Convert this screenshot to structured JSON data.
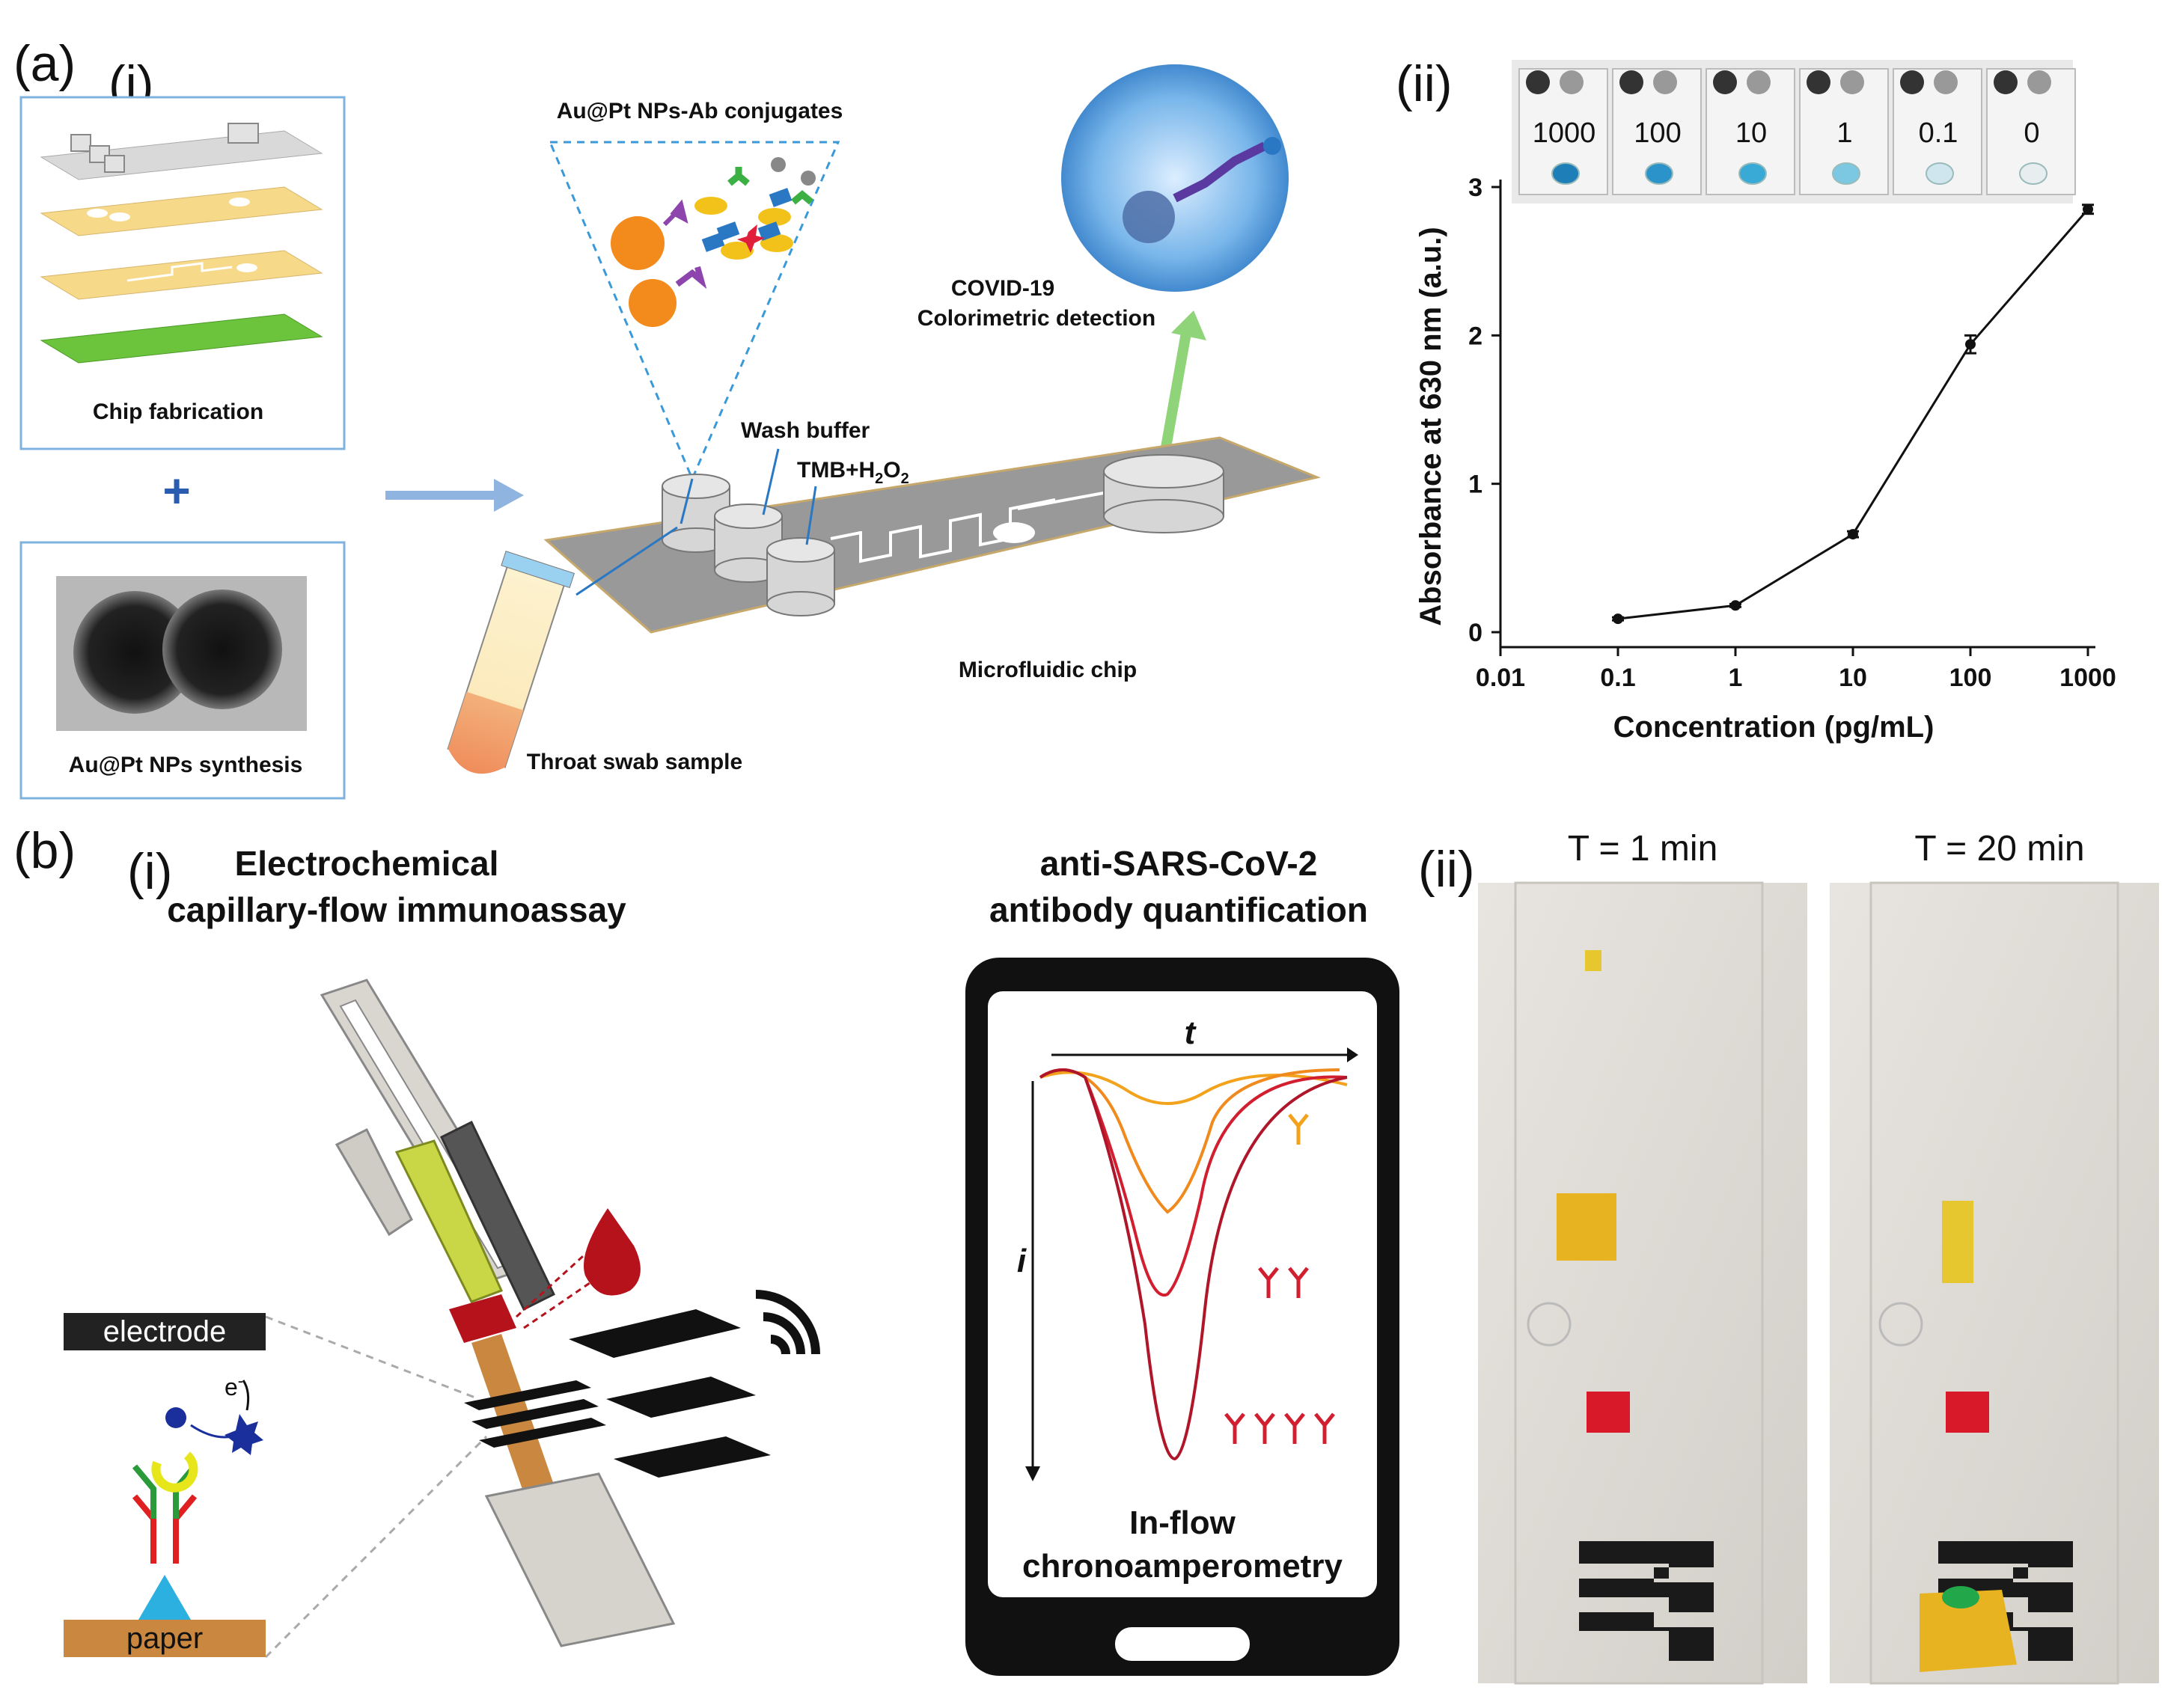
{
  "panel_a": {
    "label": "(a)",
    "part_i": {
      "label": "(i)",
      "chip_fabrication": "Chip fabrication",
      "np_synthesis": "Au@Pt NPs synthesis",
      "plus": "+",
      "conjugates": "Au@Pt NPs-Ab conjugates",
      "covid_line1": "COVID-19",
      "covid_line2": "Colorimetric detection",
      "wash_buffer": "Wash buffer",
      "tmb": "TMB+H",
      "tmb_sub1": "2",
      "tmb_mid": "O",
      "tmb_sub2": "2",
      "chip_label": "Microfluidic chip",
      "swab_label": "Throat swab sample"
    },
    "part_ii": {
      "label": "(ii)",
      "tube_labels": [
        "1000",
        "100",
        "10",
        "1",
        "0.1",
        "0"
      ]
    }
  },
  "panel_b": {
    "label": "(b)",
    "part_i": {
      "label": "(i)",
      "title_line1": "Electrochemical",
      "title_line2": "capillary-flow immunoassay",
      "electrode": "electrode",
      "paper": "paper",
      "electron": "e",
      "electron_sup": "-",
      "phone_title_line1": "anti-SARS-CoV-2",
      "phone_title_line2": "antibody quantification",
      "axis_t": "t",
      "axis_i": "i",
      "phone_caption_line1": "In-flow",
      "phone_caption_line2": "chronoamperometry"
    },
    "part_ii": {
      "label": "(ii)",
      "photo1_title": "T = 1 min",
      "photo2_title": "T = 20 min"
    }
  },
  "chart_data": {
    "type": "line",
    "xlabel": "Concentration (pg/mL)",
    "ylabel": "Absorbance at 630 nm (a.u.)",
    "xscale": "log",
    "xlim": [
      0.01,
      1000
    ],
    "ylim": [
      0,
      3
    ],
    "xticks": [
      "0.01",
      "0.1",
      "1",
      "10",
      "100",
      "1000"
    ],
    "yticks": [
      "0",
      "1",
      "2",
      "3"
    ],
    "x": [
      0.1,
      1,
      10,
      100,
      1000
    ],
    "y": [
      0.09,
      0.18,
      0.66,
      1.94,
      2.85
    ],
    "yerr": [
      0.01,
      0.01,
      0.02,
      0.06,
      0.03
    ],
    "color": "#111111"
  },
  "colors": {
    "cyan_blue": "#2a7fc0",
    "gold": "#e7b43a",
    "green": "#66cc33",
    "blood_red": "#b5121b",
    "paper_brown": "#c9873f"
  }
}
